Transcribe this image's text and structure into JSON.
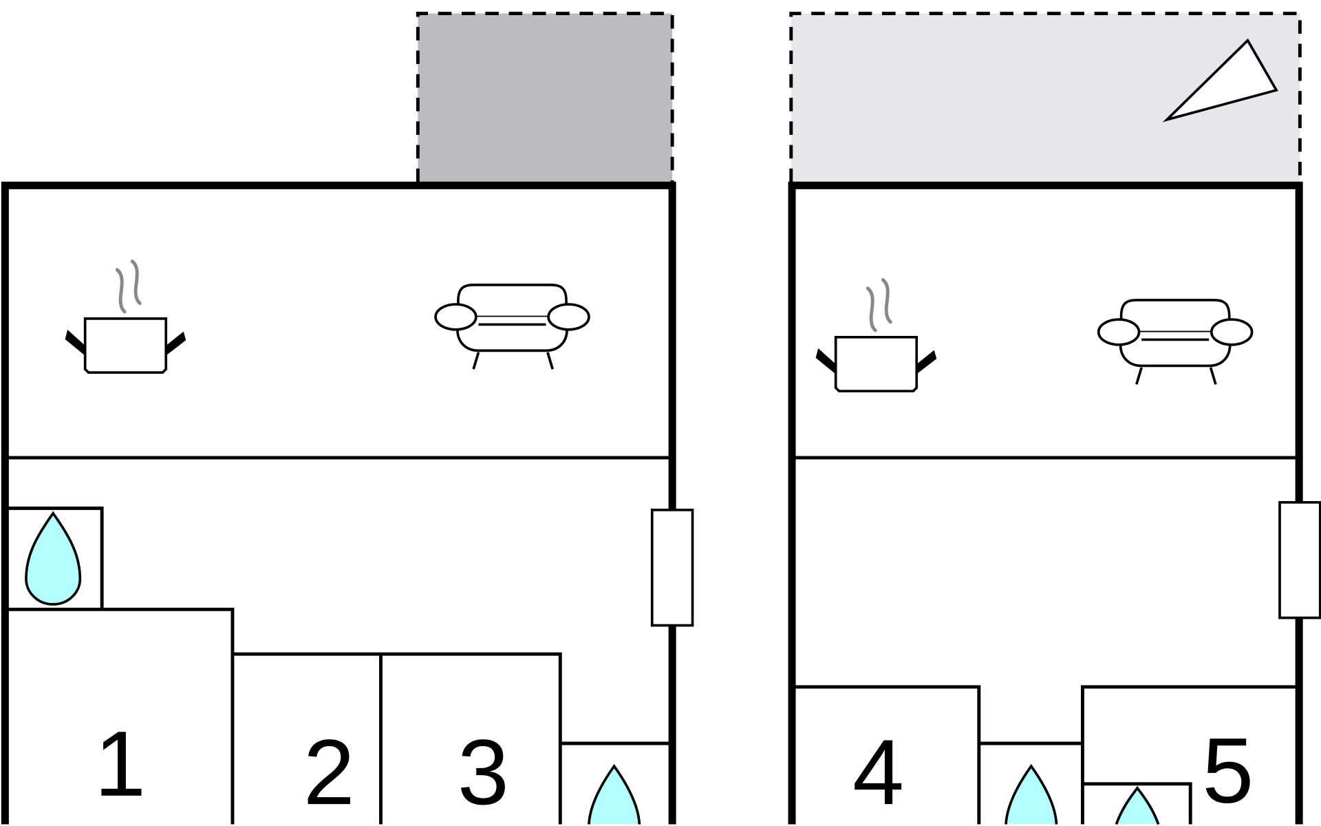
{
  "title": "Floor plan",
  "colors": {
    "terrace_dark": "#bcbcbe",
    "terrace_light": "#e7e7eb",
    "water": "#b3ffff",
    "wall": "#000000",
    "steam": "#888888"
  },
  "rooms": [
    {
      "label": "1",
      "type": "bedroom"
    },
    {
      "label": "2",
      "type": "bedroom"
    },
    {
      "label": "3",
      "type": "bedroom"
    },
    {
      "label": "4",
      "type": "bedroom"
    },
    {
      "label": "5",
      "type": "bedroom"
    }
  ],
  "icons": [
    "kitchen-pot-icon",
    "sofa-icon",
    "water-drop-icon",
    "compass-triangle-icon"
  ]
}
